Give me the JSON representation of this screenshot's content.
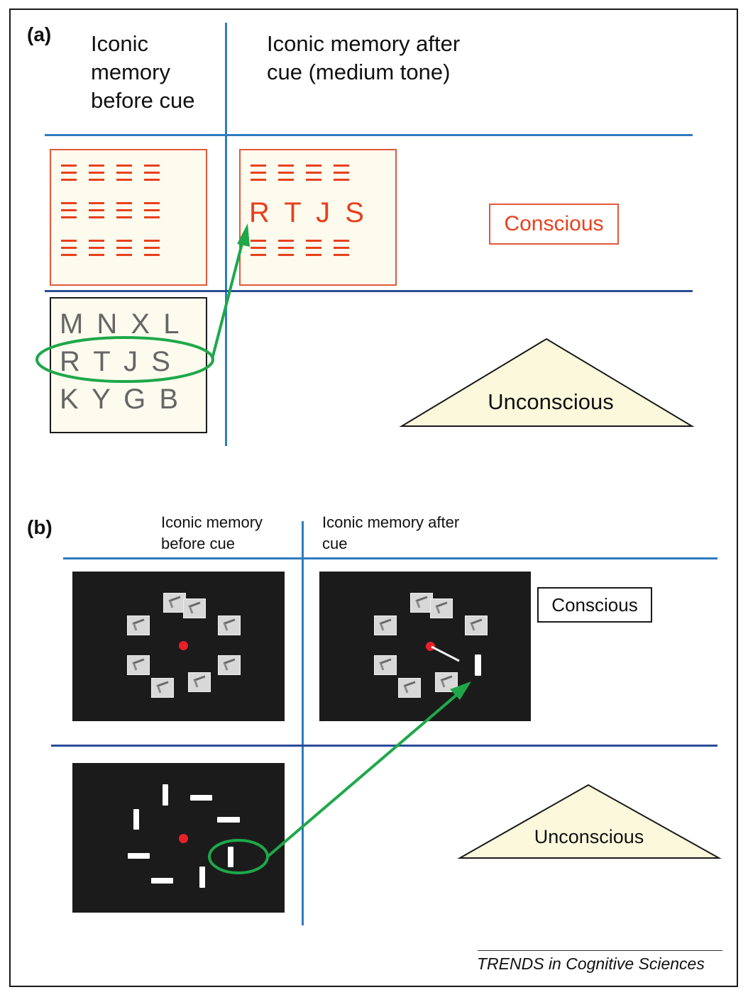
{
  "panel_a": {
    "label": "(a)",
    "heading_before": "Iconic\nmemory\nbefore cue",
    "heading_after": "Iconic memory after\ncue (medium tone)",
    "before_cue_rows": [
      "M N X L",
      "R T J S",
      "K Y G B"
    ],
    "after_cue_letters": "R T J S",
    "conscious_label": "Conscious",
    "unconscious_label": "Unconscious"
  },
  "panel_b": {
    "label": "(b)",
    "heading_before": "Iconic memory\nbefore cue",
    "heading_after": "Iconic memory after\ncue",
    "conscious_label": "Conscious",
    "unconscious_label": "Unconscious"
  },
  "footer": {
    "credit": "TRENDS in Cognitive Sciences"
  },
  "colors": {
    "rule_blue": "#2f7bbf",
    "rule_navy": "#2a4c9a",
    "arrow_green": "#1ea84a",
    "conscious_red": "#e8401c",
    "triangle_fill": "#fbf8dc"
  }
}
